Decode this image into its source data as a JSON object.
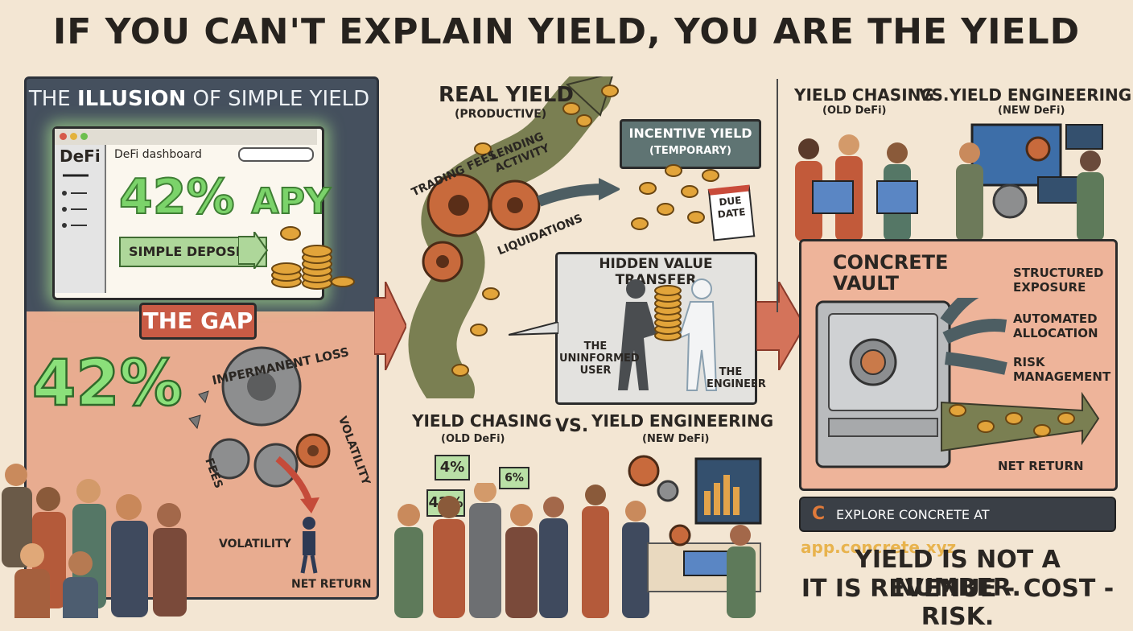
{
  "title": "IF YOU CAN'T EXPLAIN YIELD, YOU ARE THE YIELD",
  "left_panel": {
    "heading_pre": "THE ",
    "heading_bold": "ILLUSION",
    "heading_post": " OF SIMPLE YIELD",
    "dashboard": {
      "brand": "DeFi",
      "title": "DeFi dashboard",
      "apy_value": "42%",
      "apy_unit": "APY",
      "deposit_label": "SIMPLE DEPOSIT"
    },
    "gap_label": "THE GAP",
    "big_value": "42%",
    "labels": {
      "impermanent_loss": "IMPERMANENT LOSS",
      "volatility_side": "VOLATILITY",
      "fees": "FEES",
      "volatility": "VOLATILITY",
      "net_return": "NET RETURN"
    }
  },
  "middle_panel": {
    "real_yield": "REAL YIELD",
    "real_yield_sub": "(PRODUCTIVE)",
    "trading_fees": "TRADING FEES",
    "lending_activity": "LENDING ACTIVITY",
    "liquidations": "LIQUIDATIONS",
    "incentive_yield": "INCENTIVE YIELD",
    "incentive_sub": "(TEMPORARY)",
    "due_date": "DUE DATE",
    "hidden_value_transfer": "HIDDEN VALUE TRANSFER",
    "uninformed_user": "THE UNINFORMED USER",
    "engineer": "THE ENGINEER",
    "yield_chasing": "YIELD CHASING",
    "old_defi": "(OLD DeFi)",
    "vs": "VS.",
    "yield_engineering": "YIELD ENGINEERING",
    "new_defi": "(NEW DeFi)",
    "bubbles": [
      "4%",
      "42%",
      "6%"
    ]
  },
  "right_panel": {
    "yield_chasing": "YIELD CHASING",
    "vs": "VS.",
    "yield_engineering": "YIELD ENGINEERING",
    "old_defi": "(OLD DeFi)",
    "new_defi": "(NEW DeFi)",
    "vault_title_1": "CONCRETE",
    "vault_title_2": "VAULT",
    "outputs": [
      "STRUCTURED EXPOSURE",
      "AUTOMATED ALLOCATION",
      "RISK MANAGEMENT"
    ],
    "net_return": "NET RETURN",
    "explore_text": "EXPLORE CONCRETE AT ",
    "explore_url": "app.concrete.xyz",
    "tagline_1": "YIELD IS NOT A NUMBER.",
    "tagline_2": "IT IS REVENUE - COST - RISK."
  },
  "colors": {
    "background": "#f3e6d3",
    "panel_dark": "#45505e",
    "panel_salmon": "#e8ac90",
    "green_value": "#7bd36a",
    "gap_red": "#c95b45",
    "coin_gold": "#e2a43a",
    "gear_orange": "#c86a3c"
  }
}
